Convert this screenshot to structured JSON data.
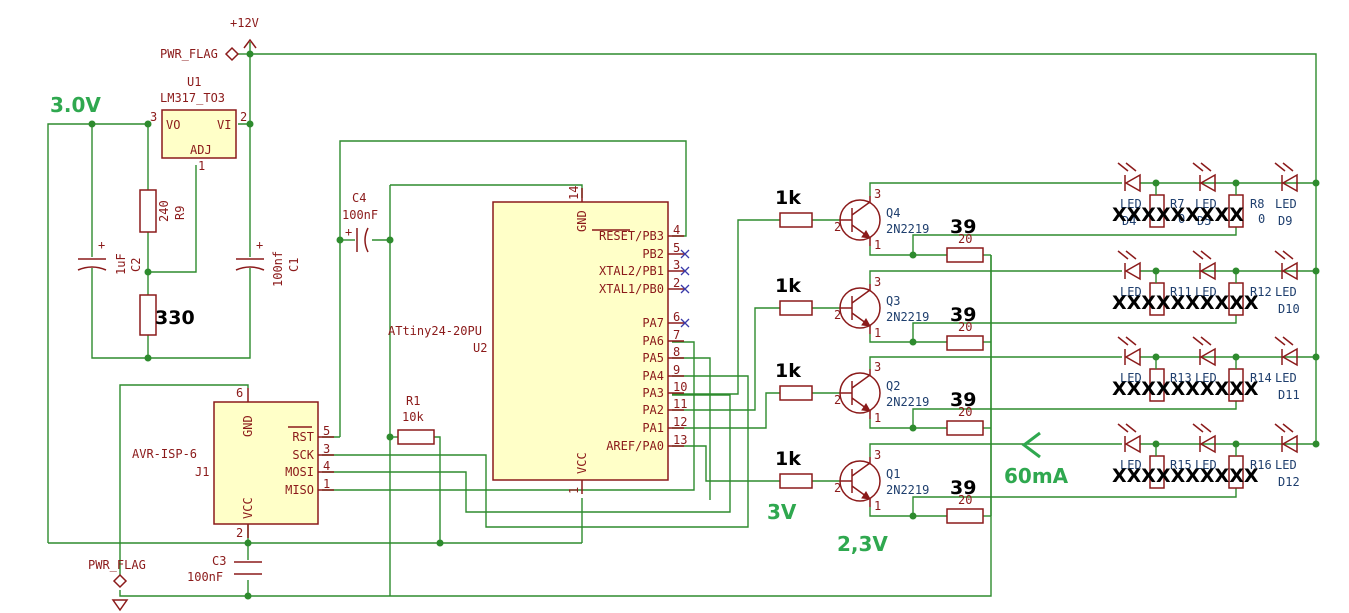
{
  "power": {
    "v12": "+12V",
    "pwr_flag_top": "PWR_FLAG",
    "pwr_flag_bottom": "PWR_FLAG"
  },
  "regulator": {
    "ref": "U1",
    "value": "LM317_TO3",
    "pin_vo": "VO",
    "pin_vi": "VI",
    "pin_adj": "ADJ",
    "pin3": "3",
    "pin2": "2",
    "pin1": "1"
  },
  "passives": {
    "c2_ref": "C2",
    "c2_val": "1uF",
    "c1_ref": "C1",
    "c1_val": "100nf",
    "r9_ref": "R9",
    "r9_val": "240",
    "r_adj_val": "330",
    "c4_ref": "C4",
    "c4_val": "100nF",
    "r1_ref": "R1",
    "r1_val": "10k",
    "c3_ref": "C3",
    "c3_val": "100nF"
  },
  "mcu": {
    "ref": "U2",
    "value": "ATtiny24-20PU",
    "gnd": "GND",
    "vcc": "VCC",
    "pin14": "14",
    "pin1": "1",
    "pins_right": [
      {
        "label": "RESET/PB3",
        "num": "4"
      },
      {
        "label": "PB2",
        "num": "5"
      },
      {
        "label": "XTAL2/PB1",
        "num": "3"
      },
      {
        "label": "XTAL1/PB0",
        "num": "2"
      },
      {
        "label": "PA7",
        "num": "6"
      },
      {
        "label": "PA6",
        "num": "7"
      },
      {
        "label": "PA5",
        "num": "8"
      },
      {
        "label": "PA4",
        "num": "9"
      },
      {
        "label": "PA3",
        "num": "10"
      },
      {
        "label": "PA2",
        "num": "11"
      },
      {
        "label": "PA1",
        "num": "12"
      },
      {
        "label": "AREF/PA0",
        "num": "13"
      }
    ]
  },
  "isp": {
    "ref": "J1",
    "value": "AVR-ISP-6",
    "gnd": "GND",
    "vcc": "VCC",
    "gnd_num": "6",
    "vcc_num": "2",
    "pins": [
      {
        "label": "RST",
        "num": "5"
      },
      {
        "label": "SCK",
        "num": "3"
      },
      {
        "label": "MOSI",
        "num": "4"
      },
      {
        "label": "MISO",
        "num": "1"
      }
    ]
  },
  "drivers": [
    {
      "base_r": "1k",
      "ref": "Q4",
      "part": "2N2219",
      "emitter_r": "39",
      "emitter_r_ref": "20"
    },
    {
      "base_r": "1k",
      "ref": "Q3",
      "part": "2N2219",
      "emitter_r": "39",
      "emitter_r_ref": "20"
    },
    {
      "base_r": "1k",
      "ref": "Q2",
      "part": "2N2219",
      "emitter_r": "39",
      "emitter_r_ref": "20"
    },
    {
      "base_r": "1k",
      "ref": "Q1",
      "part": "2N2219",
      "emitter_r": "39",
      "emitter_r_ref": "20"
    }
  ],
  "led_rows": [
    {
      "led_a": "LED",
      "led_b": "LED",
      "led_c": "LED",
      "r_a": "R7",
      "r_b": "R8",
      "d_a": "D4",
      "d_b": "D5",
      "d_c": "D9",
      "mask": "XXXXXXXXX",
      "extra_a": "0",
      "extra_b": "0"
    },
    {
      "led_a": "LED",
      "led_b": "LED",
      "led_c": "LED",
      "r_a": "R11",
      "r_b": "R12",
      "d_a": "",
      "d_b": "",
      "d_c": "D10",
      "mask": "XXXXXXXXXX",
      "extra_a": "",
      "extra_b": ""
    },
    {
      "led_a": "LED",
      "led_b": "LED",
      "led_c": "LED",
      "r_a": "R13",
      "r_b": "R14",
      "d_a": "",
      "d_b": "",
      "d_c": "D11",
      "mask": "XXXXXXXXXX",
      "extra_a": "",
      "extra_b": ""
    },
    {
      "led_a": "LED",
      "led_b": "LED",
      "led_c": "LED",
      "r_a": "R15",
      "r_b": "R16",
      "d_a": "",
      "d_b": "",
      "d_c": "D12",
      "mask": "XXXXXXXXXX",
      "extra_a": "",
      "extra_b": ""
    }
  ],
  "annotations": {
    "v_out": "3.0V",
    "current": "60mA",
    "v_base": "3V",
    "v_emitter": "2,3V"
  },
  "colors": {
    "wire": "#2e8b2e",
    "part": "#8b1a1a",
    "text": "#1f3f6e",
    "annotation": "#2fa84f"
  }
}
